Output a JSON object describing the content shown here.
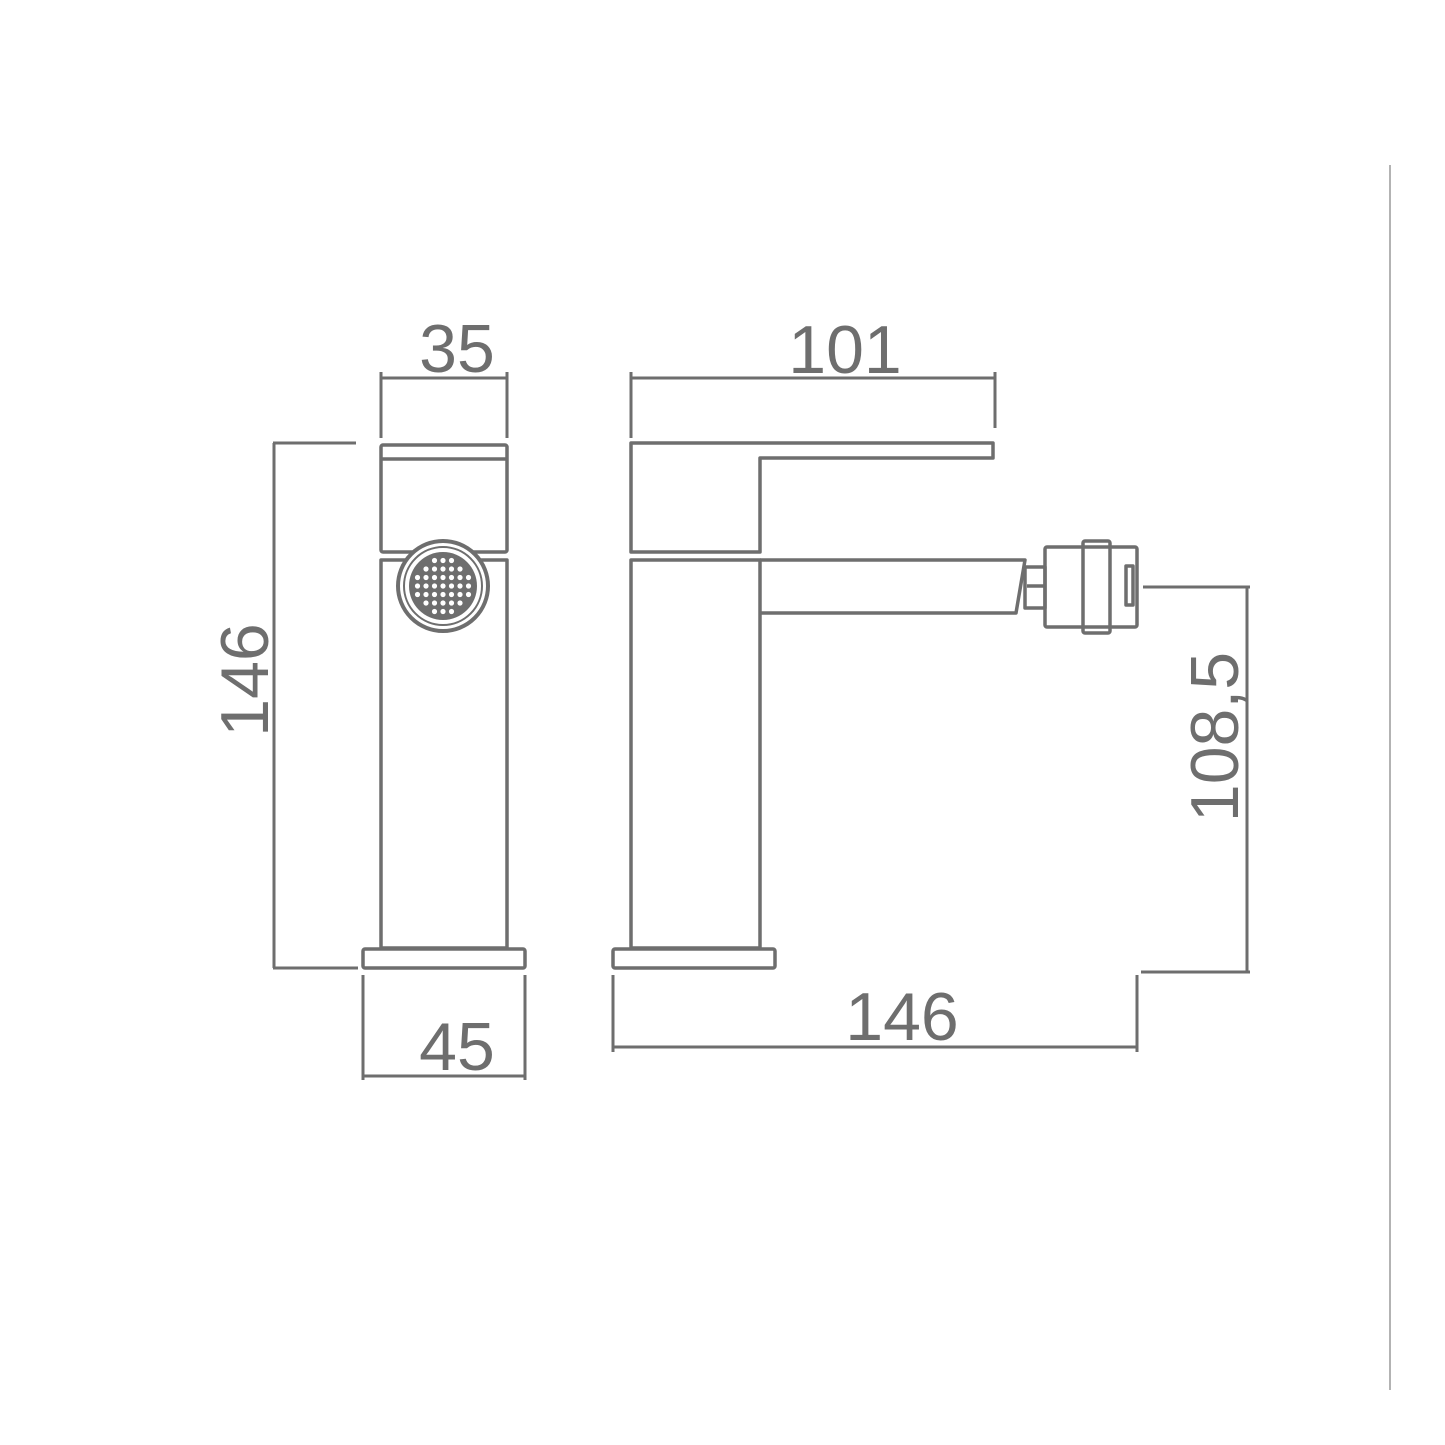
{
  "dimensions": {
    "handle_width": "35",
    "height_total": "146",
    "base_width": "45",
    "lever_length": "101",
    "spout_reach": "146",
    "spout_height": "108,5"
  },
  "line_color": "#6e6e6e"
}
